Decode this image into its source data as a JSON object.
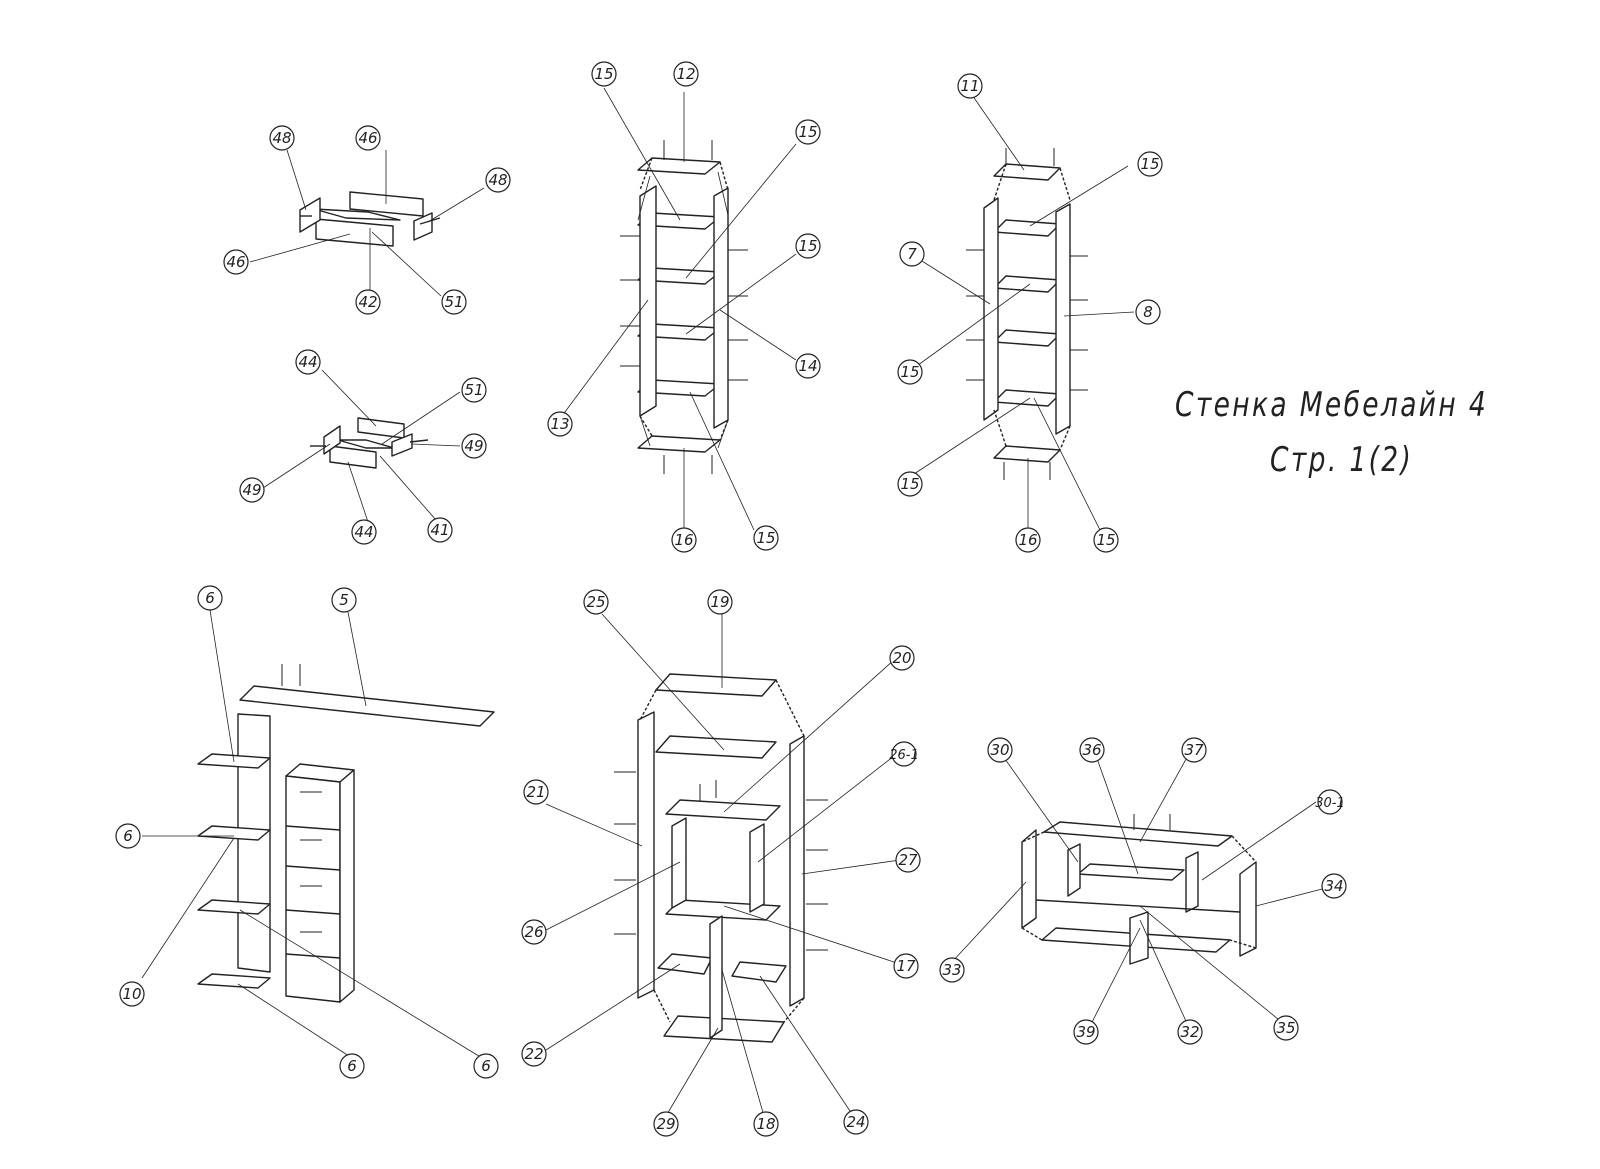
{
  "title": {
    "line1": "Стенка Мебелайн 4",
    "line2": "Стр. 1(2)"
  },
  "callouts": {
    "c_46a": "46",
    "c_48a": "48",
    "c_48b": "48",
    "c_46b": "46",
    "c_42": "42",
    "c_51a": "51",
    "c_44a": "44",
    "c_51b": "51",
    "c_49a": "49",
    "c_49b": "49",
    "c_44b": "44",
    "c_41": "41",
    "c_15a": "15",
    "c_12": "12",
    "c_15b": "15",
    "c_15c": "15",
    "c_14": "14",
    "c_13": "13",
    "c_16a": "16",
    "c_15d": "15",
    "c_11": "11",
    "c_15e": "15",
    "c_7": "7",
    "c_8": "8",
    "c_15f": "15",
    "c_15g": "15",
    "c_16b": "16",
    "c_15h": "15",
    "c_6a": "6",
    "c_5": "5",
    "c_6b": "6",
    "c_10": "10",
    "c_6c": "6",
    "c_6d": "6",
    "c_25": "25",
    "c_19": "19",
    "c_20": "20",
    "c_26_1": "26-1",
    "c_21": "21",
    "c_27": "27",
    "c_26": "26",
    "c_17": "17",
    "c_22": "22",
    "c_29": "29",
    "c_18": "18",
    "c_24": "24",
    "c_30": "30",
    "c_36": "36",
    "c_37": "37",
    "c_30_1": "30-1",
    "c_34": "34",
    "c_33": "33",
    "c_39": "39",
    "c_32": "32",
    "c_35": "35"
  }
}
